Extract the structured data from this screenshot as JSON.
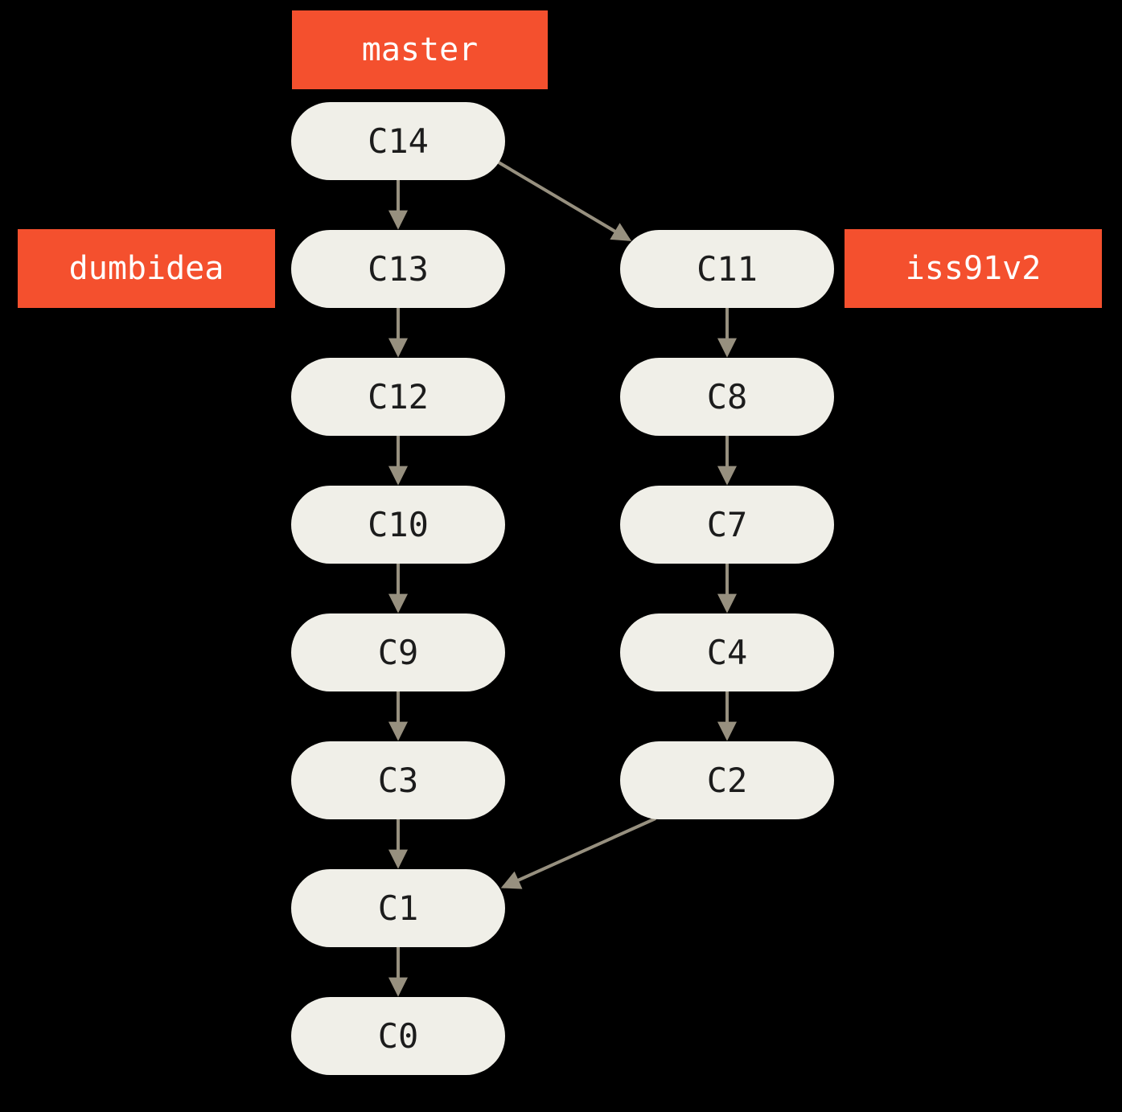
{
  "diagram": {
    "title": "git-branch-history-graph",
    "colors": {
      "background": "#000000",
      "branch_label_fill": "#f4502e",
      "branch_label_text": "#ffffff",
      "commit_node_fill": "#f0efe8",
      "commit_node_text": "#1c1c1c",
      "arrow": "#97907f"
    },
    "branches": [
      {
        "name": "master",
        "attached_to": "C14",
        "position": "above"
      },
      {
        "name": "dumbidea",
        "attached_to": "C13",
        "position": "left"
      },
      {
        "name": "iss91v2",
        "attached_to": "C11",
        "position": "right"
      }
    ],
    "commits": [
      {
        "id": "C14",
        "label": "C14",
        "col": "left",
        "row": 0
      },
      {
        "id": "C13",
        "label": "C13",
        "col": "left",
        "row": 1
      },
      {
        "id": "C12",
        "label": "C12",
        "col": "left",
        "row": 2
      },
      {
        "id": "C10",
        "label": "C10",
        "col": "left",
        "row": 3
      },
      {
        "id": "C9",
        "label": "C9",
        "col": "left",
        "row": 4
      },
      {
        "id": "C3",
        "label": "C3",
        "col": "left",
        "row": 5
      },
      {
        "id": "C1",
        "label": "C1",
        "col": "left",
        "row": 6
      },
      {
        "id": "C0",
        "label": "C0",
        "col": "left",
        "row": 7
      },
      {
        "id": "C11",
        "label": "C11",
        "col": "right",
        "row": 1
      },
      {
        "id": "C8",
        "label": "C8",
        "col": "right",
        "row": 2
      },
      {
        "id": "C7",
        "label": "C7",
        "col": "right",
        "row": 3
      },
      {
        "id": "C4",
        "label": "C4",
        "col": "right",
        "row": 4
      },
      {
        "id": "C2",
        "label": "C2",
        "col": "right",
        "row": 5
      }
    ],
    "edges": [
      [
        "C14",
        "C13"
      ],
      [
        "C14",
        "C11"
      ],
      [
        "C13",
        "C12"
      ],
      [
        "C12",
        "C10"
      ],
      [
        "C10",
        "C9"
      ],
      [
        "C9",
        "C3"
      ],
      [
        "C3",
        "C1"
      ],
      [
        "C1",
        "C0"
      ],
      [
        "C11",
        "C8"
      ],
      [
        "C8",
        "C7"
      ],
      [
        "C7",
        "C4"
      ],
      [
        "C4",
        "C2"
      ],
      [
        "C2",
        "C1"
      ]
    ]
  }
}
